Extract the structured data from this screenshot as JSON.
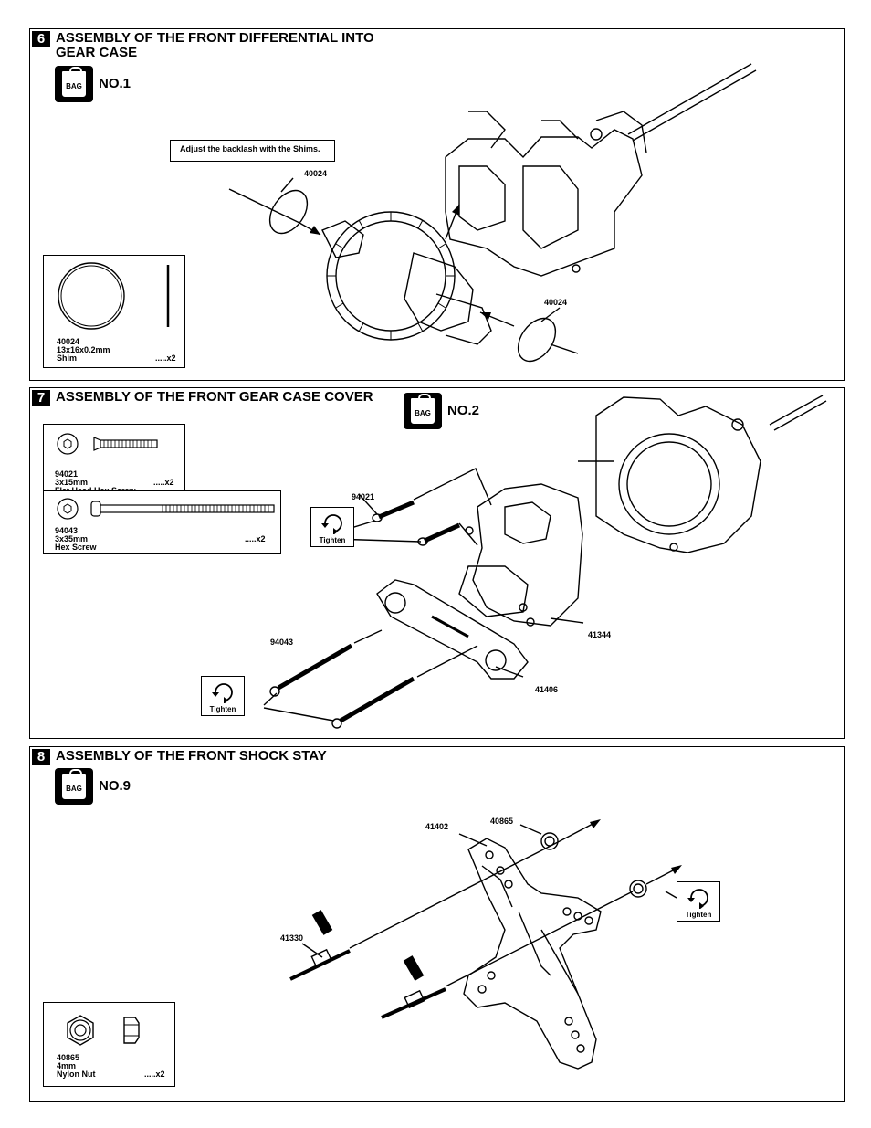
{
  "steps": [
    {
      "number": "6",
      "title": "ASSEMBLY OF THE FRONT DIFFERENTIAL INTO\nGEAR CASE",
      "bag_label": "BAG",
      "bag_no": "NO.1",
      "note": "Adjust the backlash with the Shims.",
      "callouts": [
        "40024",
        "40024"
      ],
      "parts": [
        {
          "code": "40024",
          "size": "13x16x0.2mm",
          "name": "Shim",
          "qty": ".....x2"
        }
      ]
    },
    {
      "number": "7",
      "title": "ASSEMBLY OF THE FRONT GEAR CASE COVER",
      "bag_label": "BAG",
      "bag_no": "NO.2",
      "tighten": "Tighten",
      "callouts": [
        "94021",
        "94043",
        "41344",
        "41406"
      ],
      "parts": [
        {
          "code": "94021",
          "size": "3x15mm",
          "name": "Flat Head Hex Screw",
          "qty": ".....x2"
        },
        {
          "code": "94043",
          "size": "3x35mm",
          "name": "Hex Screw",
          "qty": ".....x2"
        }
      ]
    },
    {
      "number": "8",
      "title": "ASSEMBLY OF THE FRONT SHOCK STAY",
      "bag_label": "BAG",
      "bag_no": "NO.9",
      "tighten": "Tighten",
      "callouts": [
        "41402",
        "40865",
        "41330"
      ],
      "parts": [
        {
          "code": "40865",
          "size": "4mm",
          "name": "Nylon Nut",
          "qty": ".....x2"
        }
      ]
    }
  ]
}
